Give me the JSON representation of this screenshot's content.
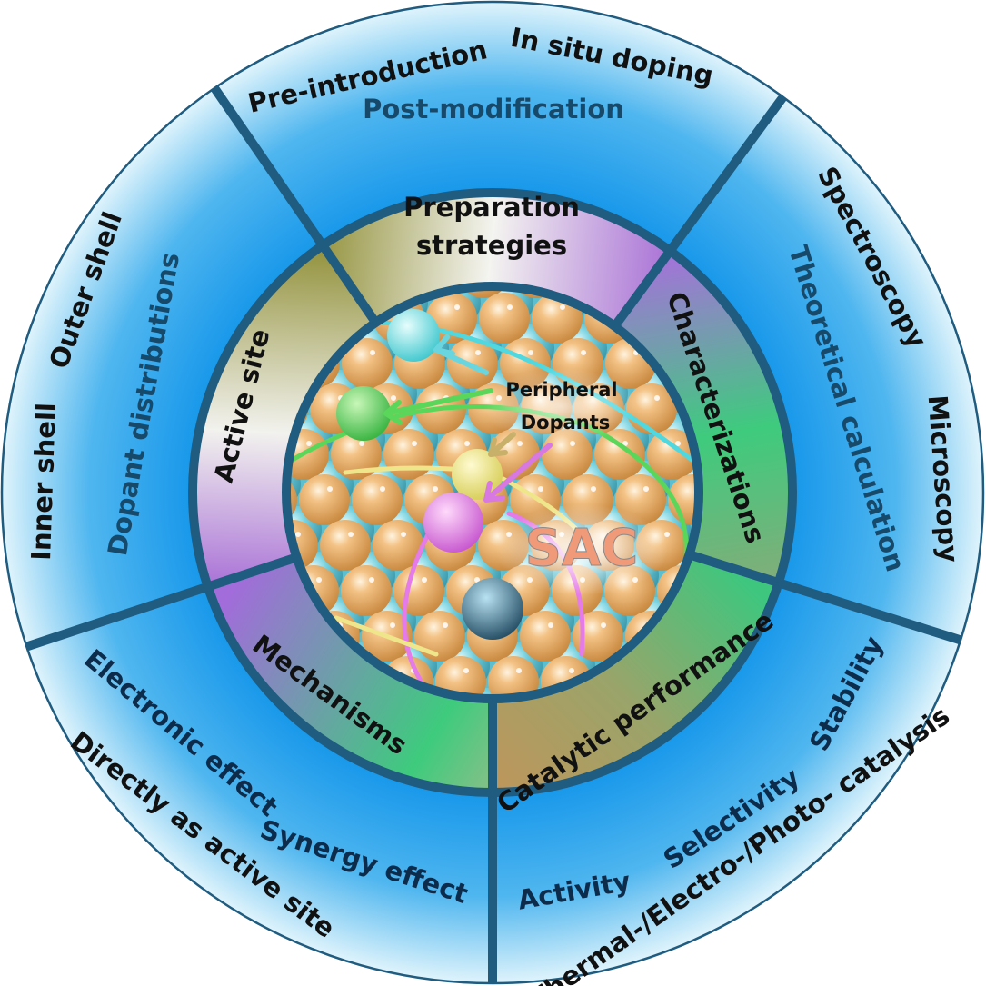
{
  "outer": {
    "preparation": [
      "Pre-introduction",
      "In situ doping",
      "Post-modification"
    ],
    "characterization": [
      "Spectroscopy",
      "Theoretical calculation",
      "Microscopy"
    ],
    "performance": [
      "Stability",
      "Selectivity",
      "Activity",
      "Thermal-/Electro-/Photo- catalysis"
    ],
    "mechanisms": [
      "Electronic effect",
      "Directly as active site",
      "Synergy effect"
    ],
    "active_site": [
      "Outer shell",
      "Dopant distributions",
      "Inner shell"
    ]
  },
  "inner": {
    "preparation_line1": "Preparation",
    "preparation_line2": "strategies",
    "characterizations": "Characterizations",
    "catalytic_performance": "Catalytic performance",
    "mechanisms": "Mechanisms",
    "active_site": "Active site"
  },
  "center": {
    "label_line1": "Peripheral",
    "label_line2": "Dopants",
    "sac": "SAC"
  },
  "colors": {
    "divider": "#1f5c80",
    "blue": "#1596ea",
    "dark_text": "#17496a",
    "atom": "#f0b874",
    "substrate": "#6fcfdc",
    "sac": "#f09a7a"
  }
}
